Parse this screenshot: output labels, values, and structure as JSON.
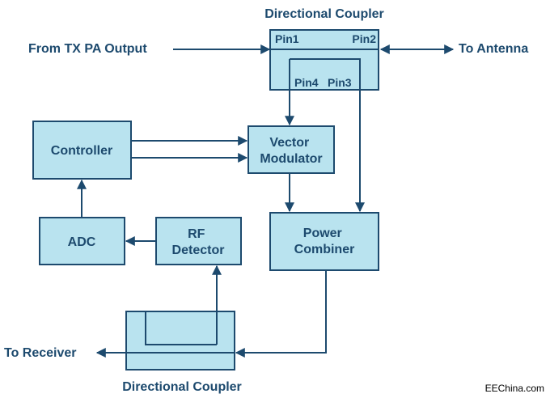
{
  "labels": {
    "top_coupler_title": "Directional Coupler",
    "bottom_coupler_title": "Directional Coupler",
    "input": "From TX PA Output",
    "antenna": "To Antenna",
    "receiver": "To Receiver",
    "pin1": "Pin1",
    "pin2": "Pin2",
    "pin4": "Pin4",
    "pin3": "Pin3"
  },
  "blocks": {
    "controller": {
      "lines": [
        "Controller"
      ]
    },
    "vector_modulator": {
      "lines": [
        "Vector",
        "Modulator"
      ]
    },
    "adc": {
      "lines": [
        "ADC"
      ]
    },
    "rf_detector": {
      "lines": [
        "RF",
        "Detector"
      ]
    },
    "power_combiner": {
      "lines": [
        "Power",
        "Combiner"
      ]
    }
  },
  "watermark": "EEChina.com",
  "colors": {
    "block_fill": "#b9e3ef",
    "stroke": "#1d4a6e"
  }
}
